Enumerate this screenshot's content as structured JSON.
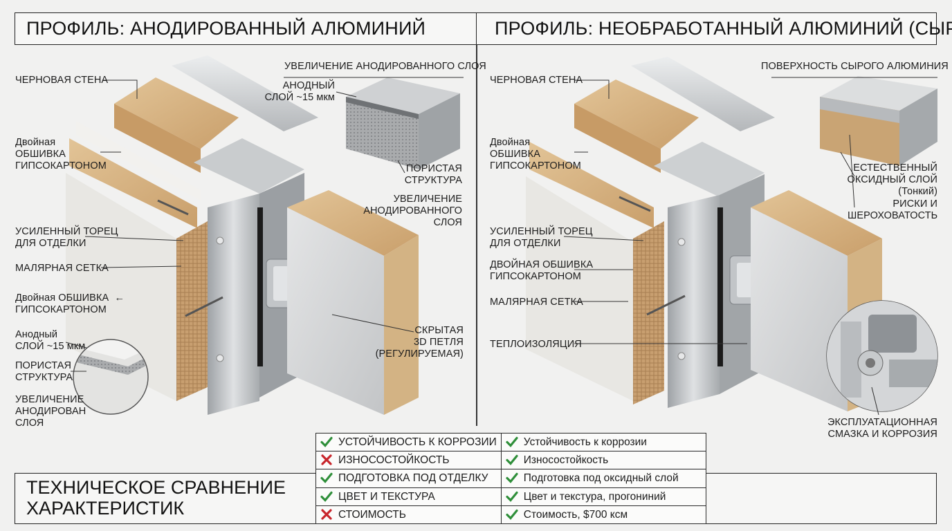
{
  "headers": {
    "left": "ПРОФИЛЬ: АНОДИРОВАННЫЙ АЛЮМИНИЙ",
    "right": "ПРОФИЛЬ: НЕОБРАБОТАННЫЙ АЛЮМИНИЙ (СЫРОЙ)"
  },
  "left_labels": {
    "rough_wall": "ЧЕРНОВАЯ СТЕНА",
    "double_drywall_top": "Двойная\nОБШИВКА\nГИПСОКАРТОНОМ",
    "reinforced_edge": "УСИЛЕННЫЙ ТОРЕЦ\nДЛЯ ОТДЕЛКИ",
    "paint_mesh": "МАЛЯРНАЯ СЕТКА",
    "double_drywall_bottom": "Двойная ОБШИВКА  ←\nГИПСОКАРТОНОМ",
    "anodic_layer": "Анодный\nСЛОЙ ~15 мкм",
    "porous": "ПОРИСТАЯ\nСТРУКТУРА",
    "magnify_bottom": "УВЕЛИЧЕНИЕ\nАНОДИРОВАН\nСЛОЯ",
    "magnify_top": "УВЕЛИЧЕНИЕ АНОДИРОВАННОГО СЛОЯ",
    "anodic_layer_top": "АНОДНЫЙ\nСЛОЙ ~15 мкм",
    "porous_top": "ПОРИСТАЯ\nСТРУКТУРА",
    "magnify_mid": "УВЕЛИЧЕНИЕ\nАНОДИРОВАННОГО\nСЛОЯ",
    "hidden_hinge": "СКРЫТАЯ\n3D ПЕТЛЯ\n(РЕГУЛИРУЕМАЯ)"
  },
  "right_labels": {
    "rough_wall": "ЧЕРНОВАЯ СТЕНА",
    "double_drywall_top": "Двойная\nОБШИВКА\nГИПСОКАРТОНОМ",
    "reinforced_edge": "УСИЛЕННЫЙ ТОРЕЦ\nДЛЯ ОТДЕЛКИ",
    "double_drywall_mid": "ДВОЙНАЯ ОБШИВКА\nГИПСОКАРТОНОМ",
    "paint_mesh": "МАЛЯРНАЯ СЕТКА",
    "insulation": "ТЕПЛОИЗОЛЯЦИЯ",
    "raw_surface": "ПОВЕРХНОСТЬ СЫРОГО АЛЮМИНИЯ",
    "natural_oxide": "ЕСТЕСТВЕННЫЙ\nОКСИДНЫЙ СЛОЙ\n(Тонкий)",
    "scratches": "РИСКИ И\nШЕРОХОВАТОСТЬ",
    "lubrication": "ЭКСПЛУАТАЦИОННАЯ\nСМАЗКА И КОРРОЗИЯ"
  },
  "comparison": {
    "title": "ТЕХНИЧЕСКОЕ СРАВНЕНИЕ\nХАРАКТЕРИСТИК",
    "rows": [
      {
        "left_mark": "check",
        "left": "УСТОЙЧИВОСТЬ К КОРРОЗИИ",
        "right_mark": "check",
        "right": "Устойчивость к коррозии"
      },
      {
        "left_mark": "cross",
        "left": "ИЗНОСОСТОЙКОСТЬ",
        "right_mark": "check",
        "right": "Износостойкость"
      },
      {
        "left_mark": "check",
        "left": "ПОДГОТОВКА ПОД ОТДЕЛКУ",
        "right_mark": "check",
        "right": "Подготовка под оксидный слой"
      },
      {
        "left_mark": "check",
        "left": "ЦВЕТ И ТЕКСТУРА",
        "right_mark": "check",
        "right": "Цвет и текстура, прогониний"
      },
      {
        "left_mark": "cross",
        "left": "СТОИМОСТЬ",
        "right_mark": "check",
        "right": "Стоимость, $700 ксм"
      }
    ]
  },
  "colors": {
    "check": "#2f8f3a",
    "cross": "#c8252b",
    "aluminum": "#b9bcbf",
    "wood": "#d6b585",
    "drywall": "#e7e6e2",
    "mesh": "#c9a374"
  }
}
